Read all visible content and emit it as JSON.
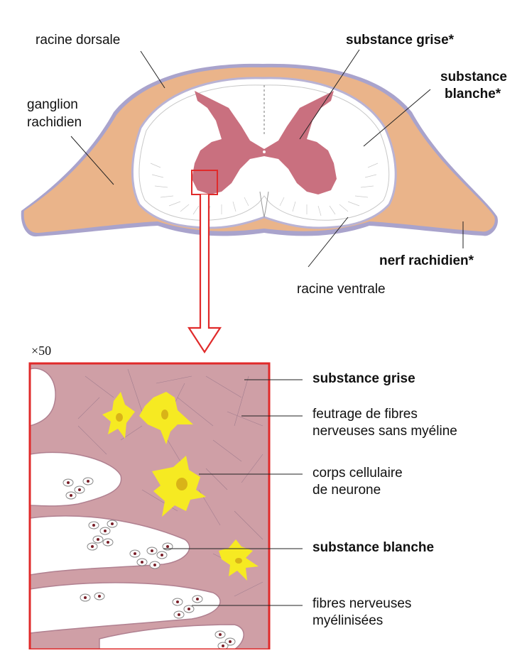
{
  "top_labels": {
    "racine_dorsale": "racine dorsale",
    "ganglion_line1": "ganglion",
    "ganglion_line2": "rachidien",
    "substance_grise": "substance grise*",
    "substance_blanche_line1": "substance",
    "substance_blanche_line2": "blanche*",
    "nerf_rachidien": "nerf rachidien*",
    "racine_ventrale": "racine ventrale"
  },
  "magnification": "×50",
  "detail_labels": {
    "substance_grise": "substance grise",
    "feutrage_line1": "feutrage de fibres",
    "feutrage_line2": "nerveuses sans myéline",
    "corps_line1": "corps cellulaire",
    "corps_line2": "de neurone",
    "substance_blanche": "substance blanche",
    "fibres_line1": "fibres nerveuses",
    "fibres_line2": "myélinisées"
  },
  "colors": {
    "grey_matter": "#c9707f",
    "white_matter": "#ffffff",
    "nerve_roots": "#eab48a",
    "membrane": "#a9a3cc",
    "highlight_box": "#e02a2a",
    "tissue_background": "#cf9fa6",
    "neuron_body": "#f6ea22",
    "neuron_nucleus": "#d9b318",
    "axon": "#7a1f28"
  }
}
